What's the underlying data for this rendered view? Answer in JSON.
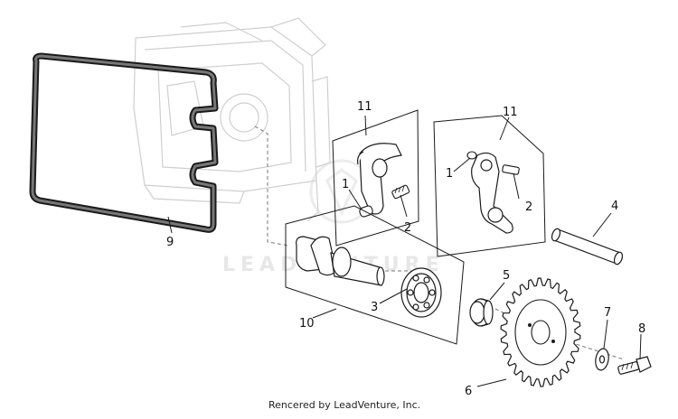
{
  "callouts": {
    "c1_left": "1",
    "c2_left": "2",
    "c1_right": "1",
    "c2_right": "2",
    "c3": "3",
    "c4": "4",
    "c5": "5",
    "c6": "6",
    "c7": "7",
    "c8": "8",
    "c9": "9",
    "c10": "10",
    "c11_left": "11",
    "c11_right": "11"
  },
  "watermark": "LEADVENTURE",
  "footer": {
    "credit": "Rencered by LeadVenture, Inc."
  },
  "colors": {
    "line": "#1a1a1a",
    "ghost": "#cfcfcf",
    "gasket": "#555555"
  }
}
